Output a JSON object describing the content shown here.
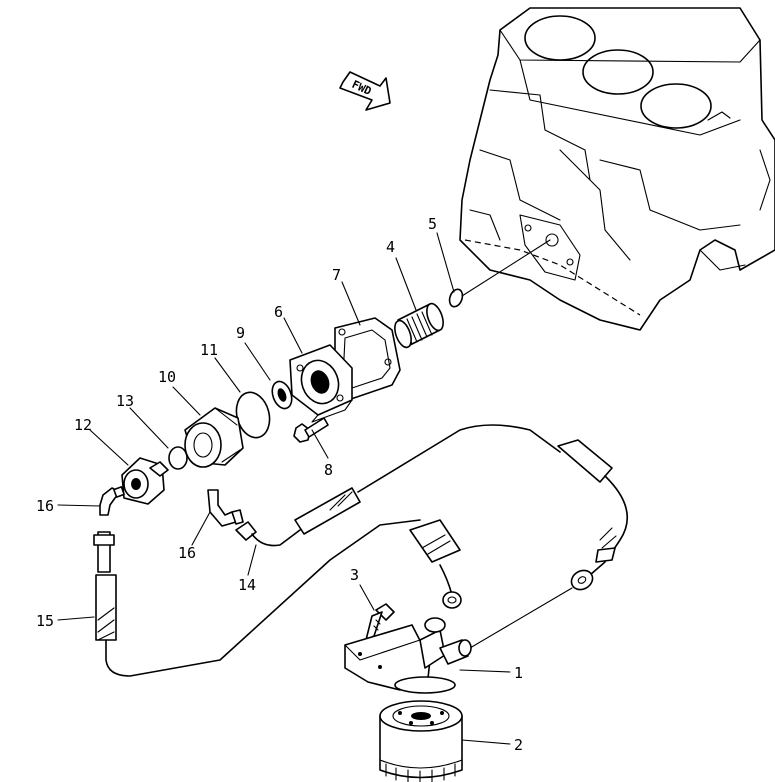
{
  "direction_indicator": {
    "label": "FWD"
  },
  "callouts": [
    {
      "id": "c1",
      "text": "1"
    },
    {
      "id": "c2",
      "text": "2"
    },
    {
      "id": "c3",
      "text": "3"
    },
    {
      "id": "c4",
      "text": "4"
    },
    {
      "id": "c5",
      "text": "5"
    },
    {
      "id": "c6",
      "text": "6"
    },
    {
      "id": "c7",
      "text": "7"
    },
    {
      "id": "c8",
      "text": "8"
    },
    {
      "id": "c9",
      "text": "9"
    },
    {
      "id": "c10",
      "text": "10"
    },
    {
      "id": "c11",
      "text": "11"
    },
    {
      "id": "c12",
      "text": "12"
    },
    {
      "id": "c13",
      "text": "13"
    },
    {
      "id": "c14",
      "text": "14"
    },
    {
      "id": "c15",
      "text": "15"
    },
    {
      "id": "c16a",
      "text": "16"
    },
    {
      "id": "c16b",
      "text": "16"
    }
  ]
}
